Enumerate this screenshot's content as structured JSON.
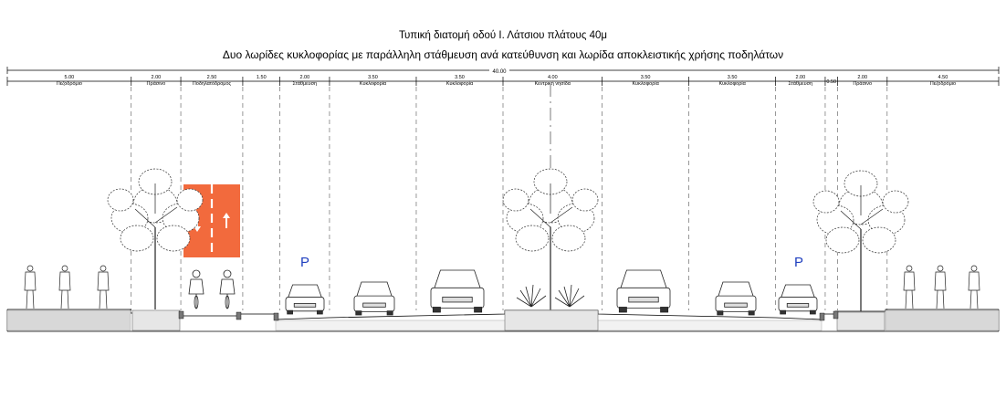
{
  "title_line1": "Τυπική διατομή οδού Ι. Λάτσιου πλάτους 40μ",
  "title_line2": "Δυο λωρίδες κυκλοφορίας με παράλληλη στάθμευση ανά κατεύθυνση και λωρίδα αποκλειστικής χρήσης ποδηλάτων",
  "total_width": "40.00",
  "segments": [
    {
      "width": "5.00",
      "label": "Πεζοδρόμιο"
    },
    {
      "width": "2.00",
      "label": "Πράσινο"
    },
    {
      "width": "2.50",
      "label": "Ποδηλατόδρομος"
    },
    {
      "width": "1.50",
      "label": ""
    },
    {
      "width": "2.00",
      "label": "Στάθμευση"
    },
    {
      "width": "3.50",
      "label": "Κυκλοφορία"
    },
    {
      "width": "3.50",
      "label": "Κυκλοφορία"
    },
    {
      "width": "4.00",
      "label": "Κεντρική νησίδα"
    },
    {
      "width": "3.50",
      "label": "Κυκλοφορία"
    },
    {
      "width": "3.50",
      "label": "Κυκλοφορία"
    },
    {
      "width": "2.00",
      "label": "Στάθμευση"
    },
    {
      "width": "0.50",
      "label": ""
    },
    {
      "width": "2.00",
      "label": "Πράσινο"
    },
    {
      "width": "4.50",
      "label": "Πεζοδρόμιο"
    }
  ],
  "parking_signs": [
    "P",
    "P"
  ],
  "colors": {
    "bike_lane": "#f26a3d",
    "sign": "#1f3fbf",
    "line": "#000000",
    "dash": "#666666"
  }
}
